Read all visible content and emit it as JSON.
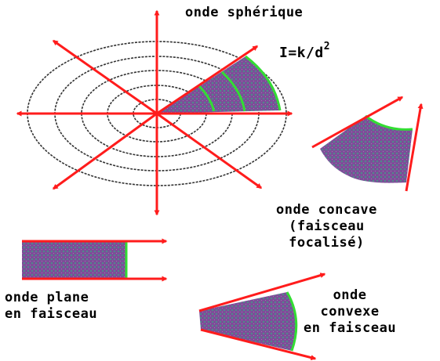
{
  "labels": {
    "spherique": "onde sphérique",
    "formula_base": "I=k/d",
    "formula_exp": "2",
    "concave": [
      "onde concave",
      "(faisceau",
      "focalisé)"
    ],
    "plane": [
      "onde plane",
      "en faisceau"
    ],
    "convexe": [
      "onde",
      "convexe",
      "en faisceau"
    ]
  },
  "colors": {
    "arrow": "#ff1c1c",
    "fill": "#7a4a96",
    "edge": "#33dd33",
    "circle": "#333333"
  },
  "icons": [
    "arrow-icon"
  ]
}
